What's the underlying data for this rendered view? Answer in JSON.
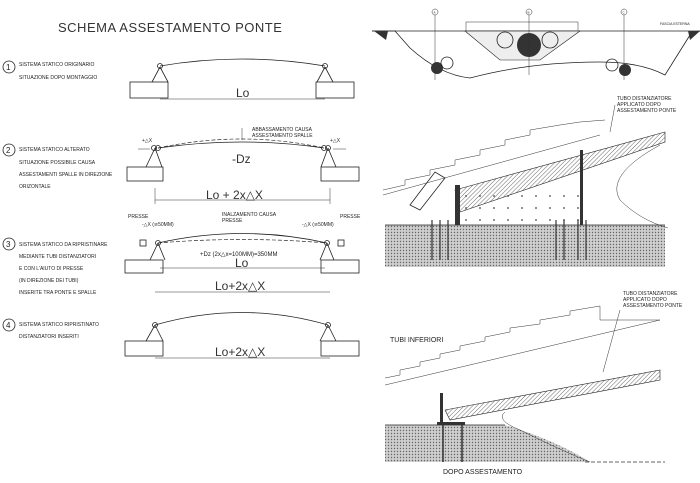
{
  "title": "SCHEMA ASSESTAMENTO PONTE",
  "steps": [
    {
      "num": "1",
      "lines": [
        "SISTEMA STATICO ORIGINARIO",
        "SITUAZIONE DOPO MONTAGGIO"
      ],
      "span_label": "Lo"
    },
    {
      "num": "2",
      "lines": [
        "SISTEMA STATICO ALTERATO",
        "SITUAZIONE POSSIBILE CAUSA",
        "ASSESTAMENTI SPALLE IN DIREZIONE",
        "ORIZONTALE"
      ],
      "span_label": "Lo + 2x△X",
      "deflection_label": "-Dz",
      "delta_left": "+△X",
      "delta_right": "+△X",
      "note": [
        "ABBASSAMENTO CAUSA",
        "ASSESTAMENTO SPALLE"
      ]
    },
    {
      "num": "3",
      "lines": [
        "SISTEMA STATICO DA RIPRISTINARE",
        "MEDIANTE TUBI  DISTANZIATORI",
        "E CON L'AIUTO DI PRESSE",
        "(IN DIREZIONE DEI TUBI)",
        "INSERITE TRA PONTE E SPALLE"
      ],
      "span_label": "Lo+2x△X",
      "inner_label": "Lo",
      "lift_label": "+Dz  (2x△x=100MM)=350MM",
      "presse": "PRESSE",
      "delta_left": "-△X (≅50MM)",
      "delta_right": "-△X (≅50MM)",
      "note": [
        "INALZAMENTO CAUSA",
        "PRESSE"
      ]
    },
    {
      "num": "4",
      "lines": [
        "SISTEMA STATICO RIPRISTINATO",
        "DISTANZIATORI INSERITI"
      ],
      "span_label": "Lo+2x△X"
    }
  ],
  "section": {
    "axis_labels": [
      "A",
      "B",
      "C"
    ],
    "side_label": "FASCIA ESTERNA"
  },
  "detail_top": {
    "callout": [
      "TUBO DISTANZIATORE",
      "APPLICATO DOPO",
      "ASSESTAMENTO PONTE"
    ]
  },
  "detail_bottom": {
    "heading": "TUBI INFERIORI",
    "callout": [
      "TUBO DISTANZIATORE",
      "APPLICATO DOPO",
      "ASSESTAMENTO PONTE"
    ],
    "caption": "DOPO ASSESTAMENTO"
  }
}
